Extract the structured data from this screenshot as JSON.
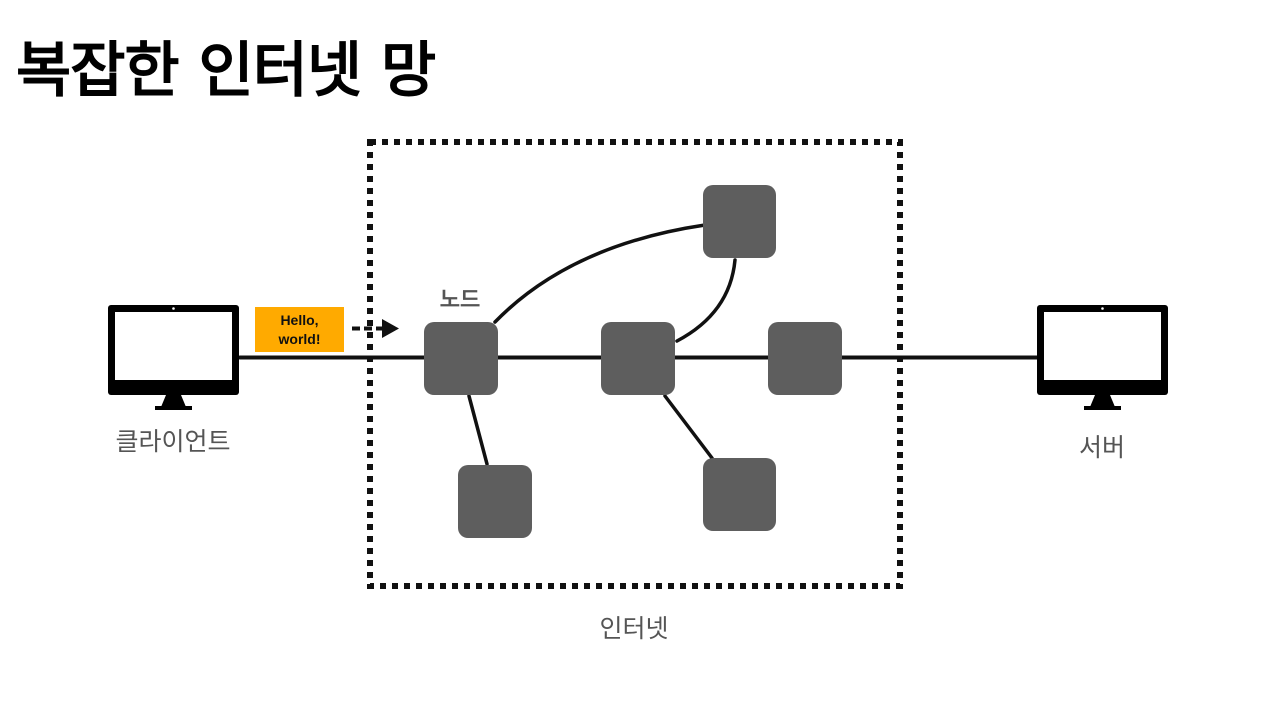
{
  "title": "복잡한 인터넷 망",
  "client": {
    "label": "클라이언트",
    "icon": "monitor-icon"
  },
  "server": {
    "label": "서버",
    "icon": "monitor-icon"
  },
  "internet": {
    "label": "인터넷"
  },
  "node": {
    "label": "노드"
  },
  "message": {
    "text": "Hello,\nworld!"
  },
  "colors": {
    "node": "#5e5e5e",
    "message_bg": "#ffaa00",
    "line": "#111111",
    "label": "#555555",
    "title": "#000000"
  }
}
